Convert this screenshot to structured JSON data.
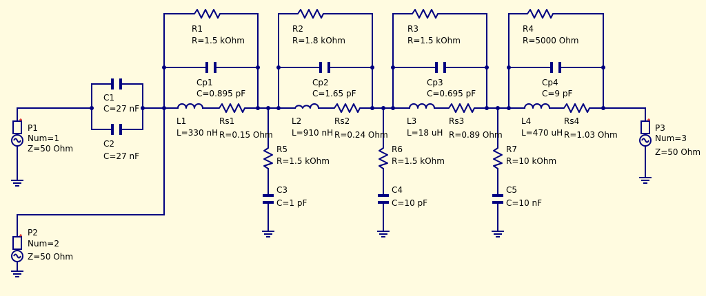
{
  "canvas": {
    "background": "#fffbe0",
    "wire_color": "#000080"
  },
  "components": {
    "P1": {
      "name": "P1",
      "value": "Num=1",
      "value2": "Z=50 Ohm"
    },
    "P2": {
      "name": "P2",
      "value": "Num=2",
      "value2": "Z=50 Ohm"
    },
    "P3": {
      "name": "P3",
      "value": "Num=3",
      "value2": "Z=50 Ohm"
    },
    "C1": {
      "name": "C1",
      "value": "C=27 nF"
    },
    "C2": {
      "name": "C2",
      "value": "C=27 nF"
    },
    "R1": {
      "name": "R1",
      "value": "R=1.5 kOhm"
    },
    "R2": {
      "name": "R2",
      "value": "R=1.8 kOhm"
    },
    "R3": {
      "name": "R3",
      "value": "R=1.5 kOhm"
    },
    "R4": {
      "name": "R4",
      "value": "R=5000 Ohm"
    },
    "Cp1": {
      "name": "Cp1",
      "value": "C=0.895 pF"
    },
    "Cp2": {
      "name": "Cp2",
      "value": "C=1.65 pF"
    },
    "Cp3": {
      "name": "Cp3",
      "value": "C=0.695 pF"
    },
    "Cp4": {
      "name": "Cp4",
      "value": "C=9 pF"
    },
    "L1": {
      "name": "L1",
      "value": "L=330 nH"
    },
    "L2": {
      "name": "L2",
      "value": "L=910 nH"
    },
    "L3": {
      "name": "L3",
      "value": "L=18 uH"
    },
    "L4": {
      "name": "L4",
      "value": "L=470 uH"
    },
    "Rs1": {
      "name": "Rs1",
      "value": "R=0.15 Ohm"
    },
    "Rs2": {
      "name": "Rs2",
      "value": "R=0.24 Ohm"
    },
    "Rs3": {
      "name": "Rs3",
      "value": "R=0.89 Ohm"
    },
    "Rs4": {
      "name": "Rs4",
      "value": "R=1.03 Ohm"
    },
    "R5": {
      "name": "R5",
      "value": "R=1.5 kOhm"
    },
    "R6": {
      "name": "R6",
      "value": "R=1.5 kOhm"
    },
    "R7": {
      "name": "R7",
      "value": "R=10 kOhm"
    },
    "C3": {
      "name": "C3",
      "value": "C=1 pF"
    },
    "C4": {
      "name": "C4",
      "value": "C=10 pF"
    },
    "C5": {
      "name": "C5",
      "value": "C=10 nF"
    }
  }
}
